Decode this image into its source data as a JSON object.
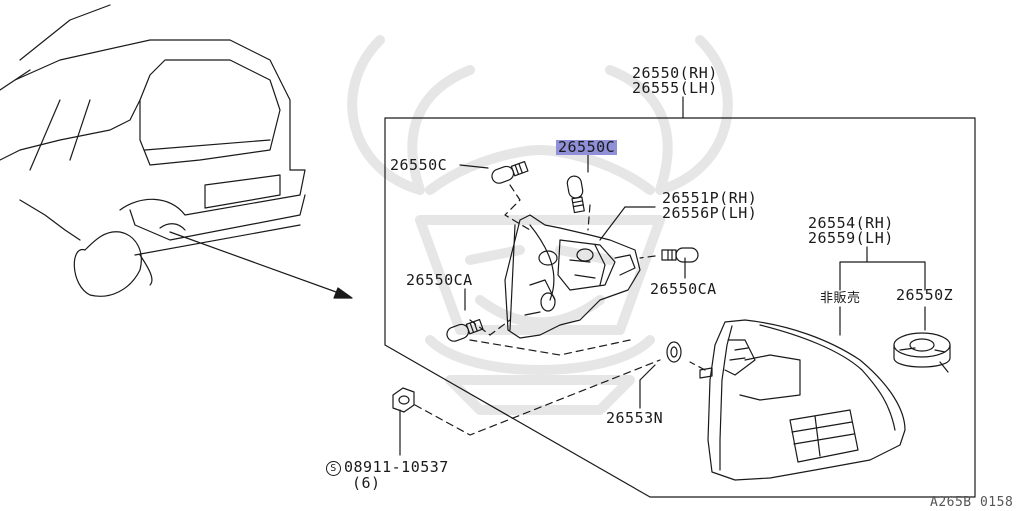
{
  "colors": {
    "line": "#1a1a1a",
    "highlight": "#8f90d8",
    "watermark": "#e6e6e6",
    "background": "#ffffff"
  },
  "labels": {
    "assembly_rh": "26550(RH)",
    "assembly_lh": "26555(LH)",
    "bulb_left": "26550C",
    "bulb_highlighted": "26550C",
    "socket_rh": "26551P(RH)",
    "socket_lh": "26556P(LH)",
    "bulb_ca_left": "26550CA",
    "bulb_ca_right": "26550CA",
    "lens_rh": "26554(RH)",
    "lens_lh": "26559(LH)",
    "not_for_sale": "非販売",
    "sealant": "26550Z",
    "washer": "26553N",
    "nut_symbol": "S",
    "nut_part": "08911-10537",
    "nut_qty": "(6)",
    "figure_code": "A265B 0158"
  },
  "icons": [
    "vehicle-rear",
    "tail-lamp-housing",
    "bulb",
    "lens",
    "sealant-roll",
    "nut",
    "washer",
    "watermark-emblem"
  ]
}
